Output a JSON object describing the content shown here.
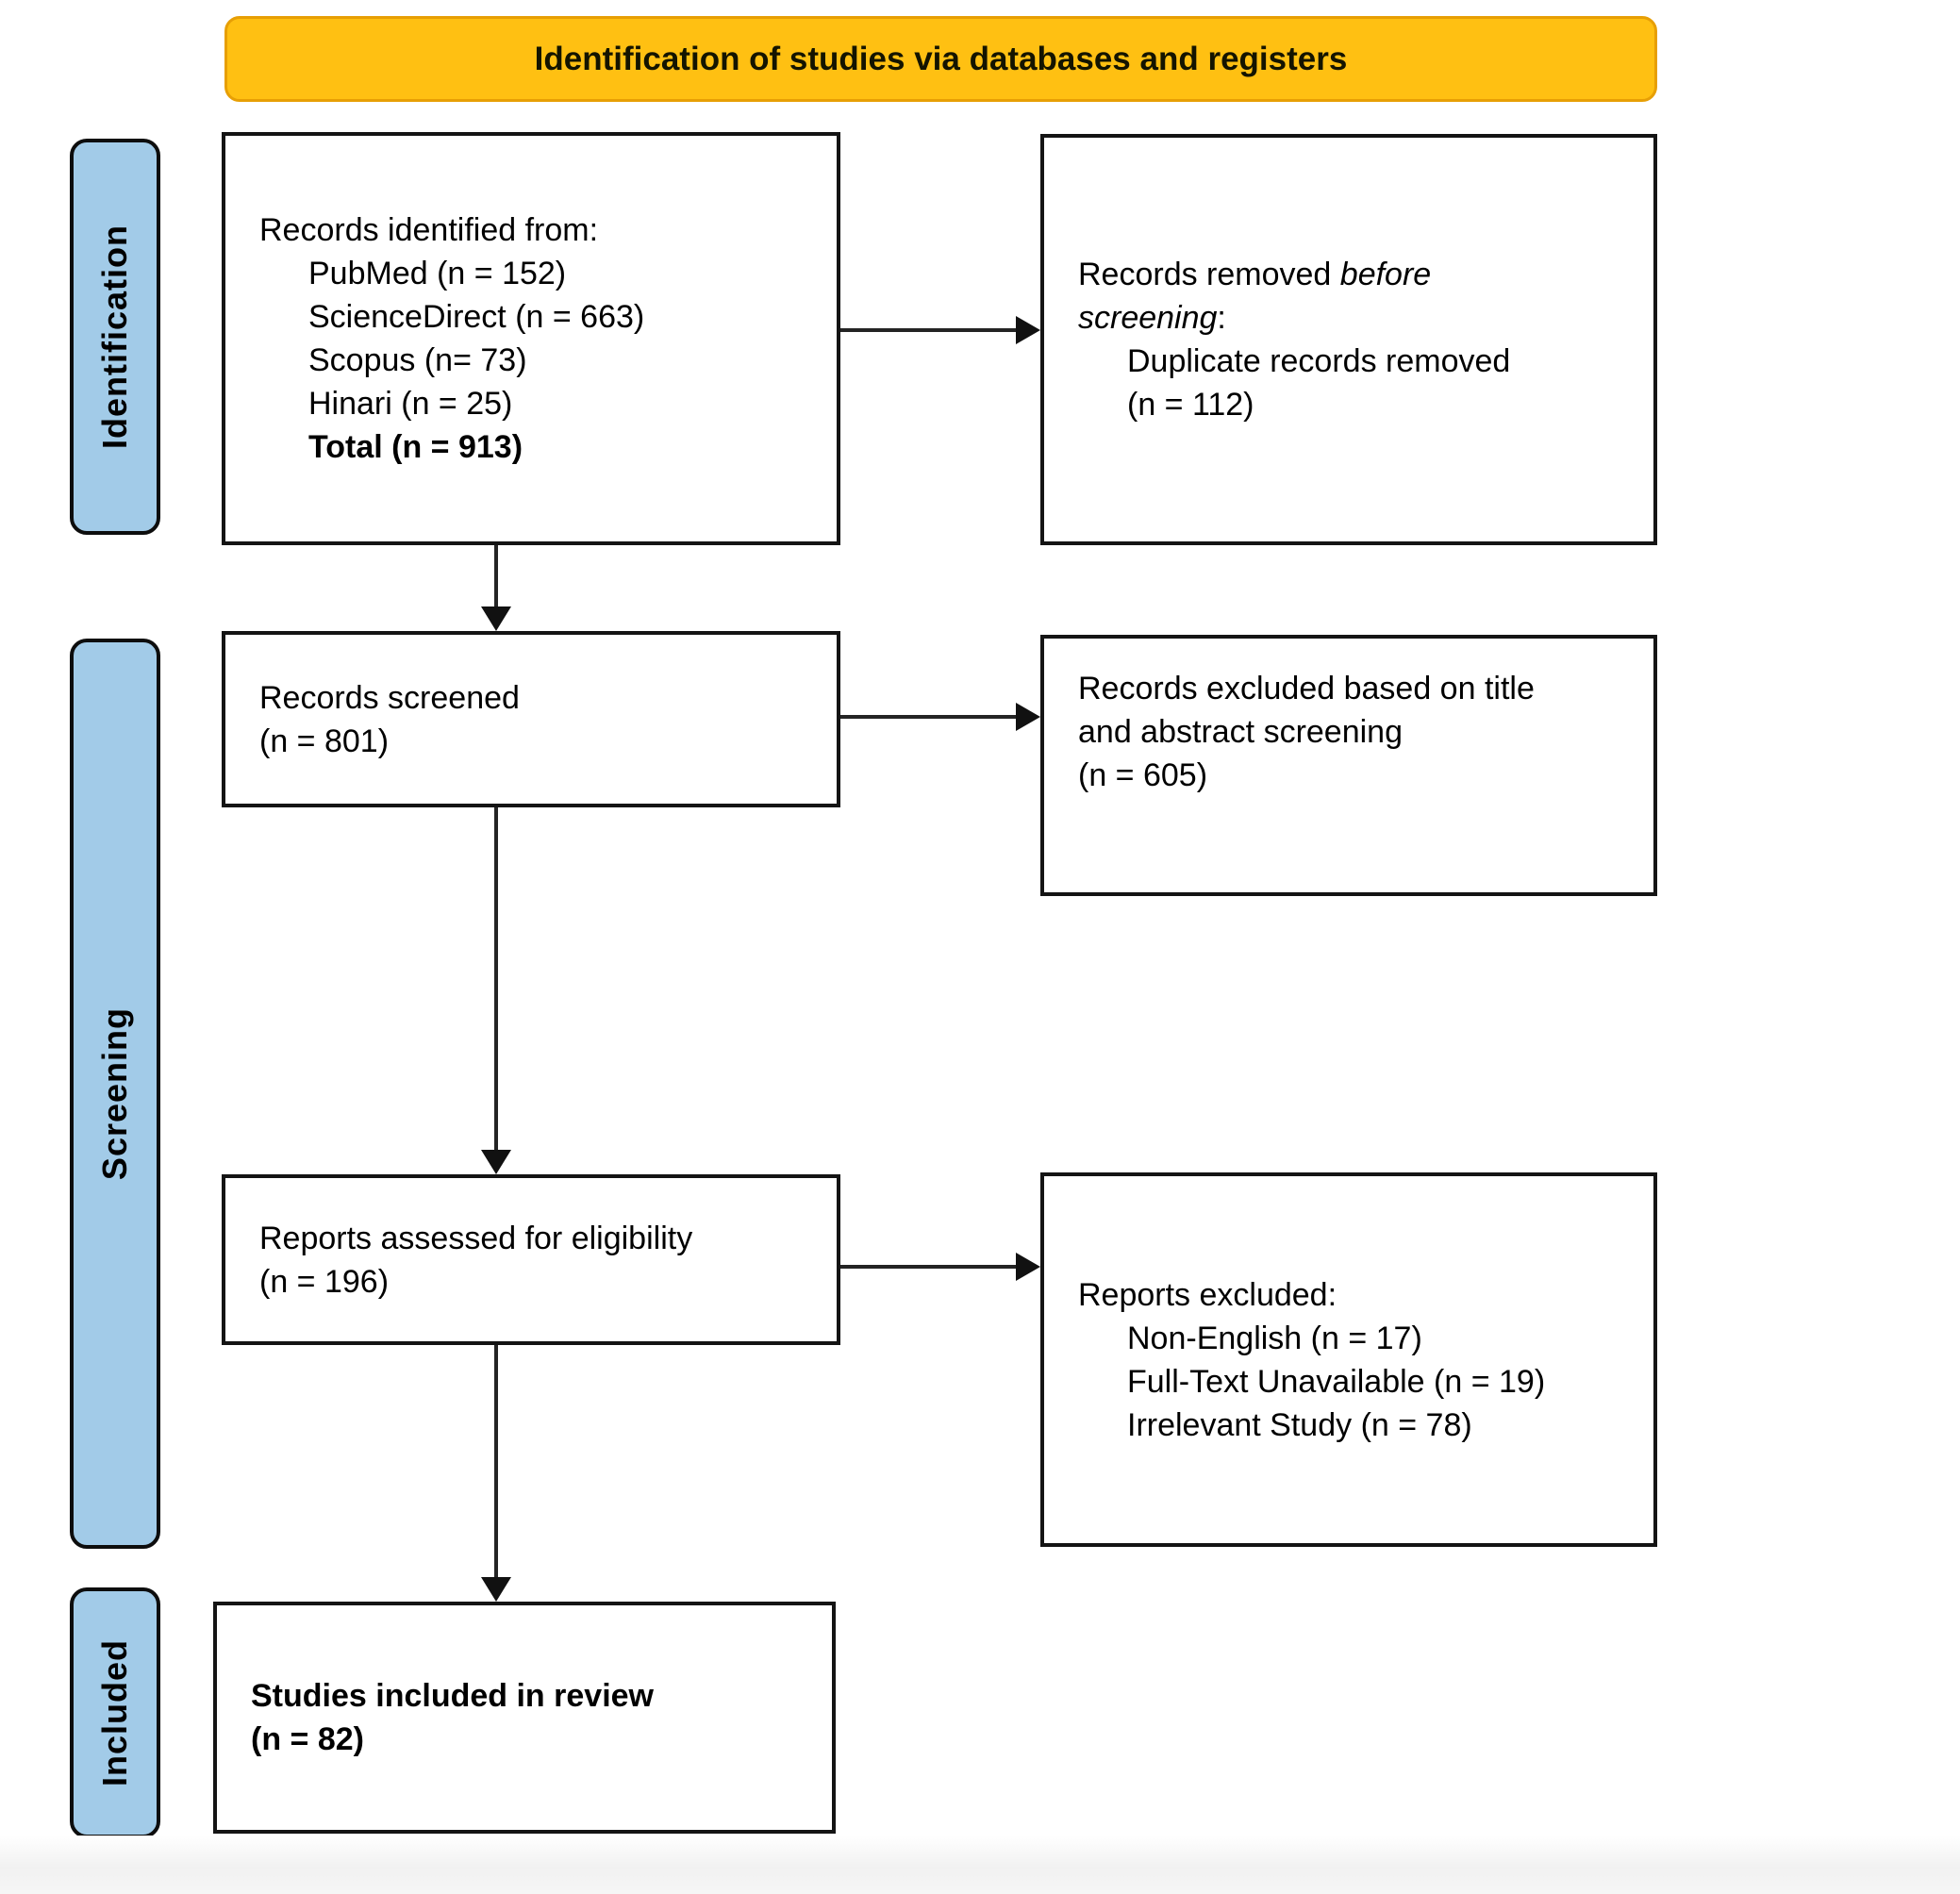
{
  "banner": {
    "title": "Identification of studies via databases and registers"
  },
  "stages": [
    {
      "label": "Identification"
    },
    {
      "label": "Screening"
    },
    {
      "label": "Included"
    }
  ],
  "boxes": {
    "identified": {
      "heading": "Records identified from:",
      "items": [
        "PubMed (n = 152)",
        "ScienceDirect (n = 663)",
        "Scopus (n= 73)",
        "Hinari (n = 25)"
      ],
      "total": "Total (n = 913)"
    },
    "removed": {
      "line1_normal": "Records removed ",
      "line1_italic": "before",
      "line2_italic": "screening",
      "line2_suffix": ":",
      "item_line1": "Duplicate records removed",
      "item_line2": "(n = 112)"
    },
    "screened": {
      "line1": "Records screened",
      "line2": "(n = 801)"
    },
    "excluded_title_abstract": {
      "line1": "Records excluded based on title",
      "line2": "and abstract screening",
      "line3": "(n = 605)"
    },
    "assessed": {
      "line1": "Reports assessed for eligibility",
      "line2": "(n = 196)"
    },
    "reports_excluded": {
      "heading": "Reports excluded:",
      "items": [
        "Non-English (n = 17)",
        "Full-Text Unavailable (n = 19)",
        "Irrelevant Study (n = 78)"
      ]
    },
    "included": {
      "line1": "Studies included in review",
      "line2": "(n = 82)"
    }
  },
  "colors": {
    "banner_bg": "#FFC012",
    "banner_border": "#E79F05",
    "stage_bg": "#A2CBE8",
    "box_border": "#141414",
    "arrow": "#1C1C1C"
  }
}
